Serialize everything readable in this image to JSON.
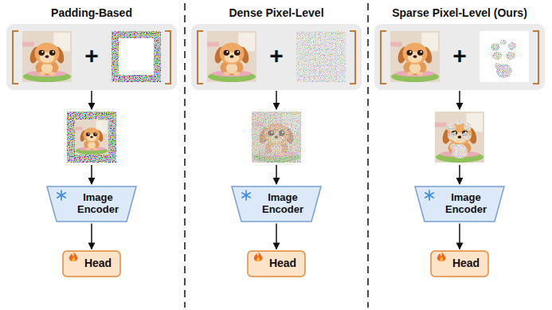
{
  "diagram": {
    "nodes": [
      {
        "text": [
          "Image Encoder"
        ]
      },
      {
        "text": [
          "Head"
        ]
      },
      {
        "text": [
          "Image Encoder"
        ]
      },
      {
        "text": [
          "Head"
        ]
      },
      {
        "text": [
          "Image Encoder"
        ]
      },
      {
        "text": [
          "Head"
        ]
      }
    ],
    "edges": [
      {
        "from": 0,
        "to": 1,
        "arrow": "to"
      },
      {
        "from": 2,
        "to": 3,
        "arrow": "to"
      },
      {
        "from": 4,
        "to": 5,
        "arrow": "to"
      }
    ],
    "labels": [
      "Padding-Based",
      "+",
      "Dense Pixel-Level",
      "+",
      "Sparse Pixel-Level (Ours)",
      "+"
    ]
  }
}
